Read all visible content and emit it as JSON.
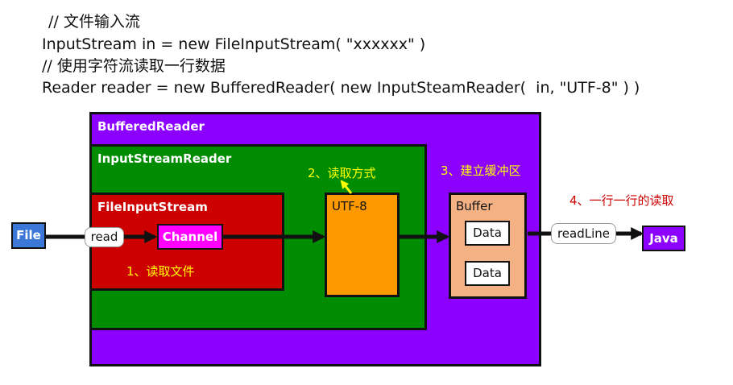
{
  "code": {
    "line1": "// 文件输入流",
    "line2": "InputStream in = new FileInputStream( \"xxxxxx\" )",
    "line3": "// 使用字符流读取一行数据",
    "line4": "Reader reader = new BufferedReader( new InputSteamReader(  in, \"UTF-8\" ) )"
  },
  "diagram": {
    "buffered_reader": "BufferedReader",
    "input_stream_reader": "InputStreamReader",
    "file_input_stream": "FileInputStream",
    "channel": "Channel",
    "utf8": "UTF-8",
    "buffer": "Buffer",
    "data_items": [
      "Data",
      "Data"
    ],
    "file": "File",
    "java": "Java",
    "read_label": "read",
    "readline_label": "readLine",
    "note1": "1、读取文件",
    "note2": "2、读取方式",
    "note3": "3、建立缓冲区",
    "note4": "4、一行一行的读取"
  },
  "colors": {
    "buffered_reader": "#8b00ff",
    "input_stream_reader": "#008c00",
    "file_input_stream": "#cc0000",
    "channel": "#ff00ff",
    "utf8": "#ff9900",
    "buffer": "#f4b183",
    "file": "#3c78d8",
    "java": "#8b00ff",
    "note_yellow": "#ffff00",
    "note_red": "#cc0000"
  }
}
